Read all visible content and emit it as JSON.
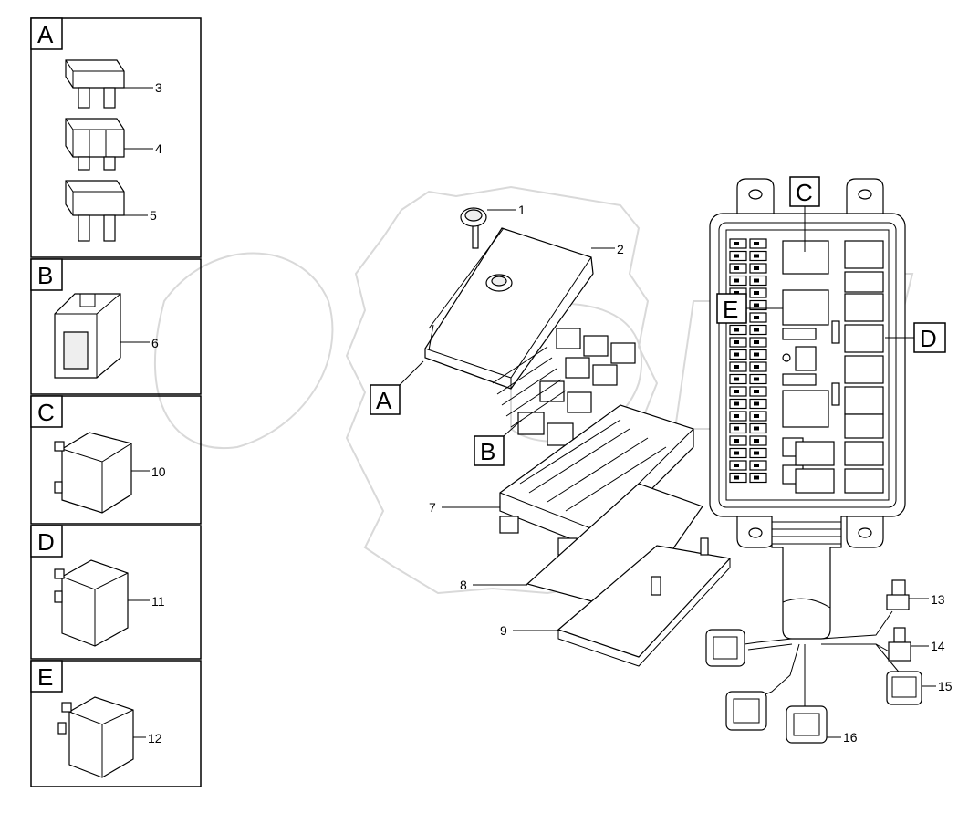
{
  "panels": [
    {
      "letter": "A",
      "callouts": [
        "3",
        "4",
        "5"
      ]
    },
    {
      "letter": "B",
      "callouts": [
        "6"
      ]
    },
    {
      "letter": "C",
      "callouts": [
        "10"
      ]
    },
    {
      "letter": "D",
      "callouts": [
        "11"
      ]
    },
    {
      "letter": "E",
      "callouts": [
        "12"
      ]
    }
  ],
  "callouts": {
    "c1": "1",
    "c2": "2",
    "c7": "7",
    "c8": "8",
    "c9": "9",
    "c13": "13",
    "c14": "14",
    "c15": "15",
    "c16": "16"
  },
  "section_tags": {
    "A": "A",
    "B": "B",
    "C": "C",
    "D": "D",
    "E": "E"
  }
}
